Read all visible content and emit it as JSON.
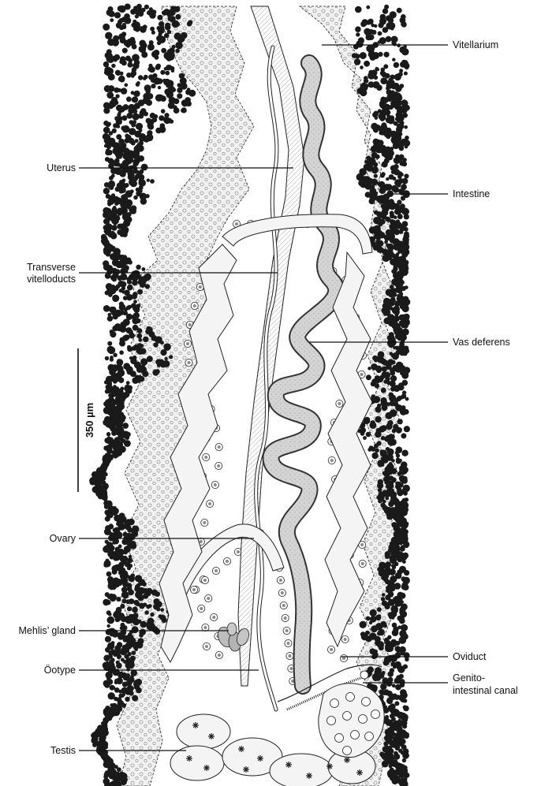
{
  "labels_left": {
    "uterus": "Uterus",
    "transverse_vitelloducts_line1": "Transverse",
    "transverse_vitelloducts_line2": "vitelloducts",
    "ovary": "Ovary",
    "mehlis_gland": "Mehlis’ gland",
    "ootype": "Öotype",
    "testis": "Testis"
  },
  "labels_right": {
    "vitellarium": "Vitellarium",
    "intestine": "Intestine",
    "vas_deferens": "Vas deferens",
    "oviduct": "Oviduct",
    "genito_intestinal_canal_line1": "Genito-",
    "genito_intestinal_canal_line2": "intestinal canal"
  },
  "scale_bar": {
    "label": "350 µm"
  },
  "colors": {
    "ink": "#111111",
    "tegument_dots": "#1a1a1a",
    "vitellarium_fill": "#ececec",
    "organ_fill": "#dcdcdc",
    "background": "#ffffff"
  }
}
